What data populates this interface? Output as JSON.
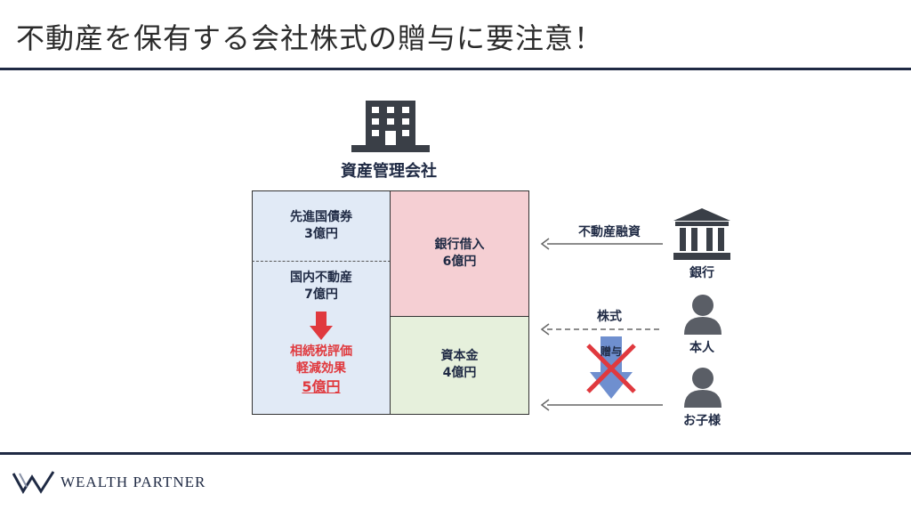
{
  "title": "不動産を保有する会社株式の贈与に要注意！",
  "company": {
    "label": "資産管理会社",
    "icon": "building-icon"
  },
  "balance_sheet": {
    "assets_top": {
      "line1": "先進国債券",
      "line2": "3億円"
    },
    "assets_bottom": {
      "line1": "国内不動産",
      "line2": "7億円"
    },
    "effect": {
      "line1": "相続税評価",
      "line2": "軽減効果",
      "line3": "5億円"
    },
    "liability": {
      "line1": "銀行借入",
      "line2": "6億円"
    },
    "equity": {
      "line1": "資本金",
      "line2": "4億円"
    }
  },
  "flows": {
    "loan_label": "不動産融資",
    "stock_label": "株式",
    "gift_label": "贈与"
  },
  "actors": {
    "bank": {
      "label": "銀行",
      "icon": "bank-icon"
    },
    "self": {
      "label": "本人",
      "icon": "person-icon"
    },
    "child": {
      "label": "お子様",
      "icon": "person-icon"
    }
  },
  "colors": {
    "navy": "#1f2a44",
    "assets_bg": "#e1eaf6",
    "liability_bg": "#f5cfd3",
    "equity_bg": "#e6f0dc",
    "accent_red": "#e0393e"
  },
  "footer": {
    "brand": "WEALTH PARTNER",
    "logo_icon": "wp-logo-icon"
  }
}
